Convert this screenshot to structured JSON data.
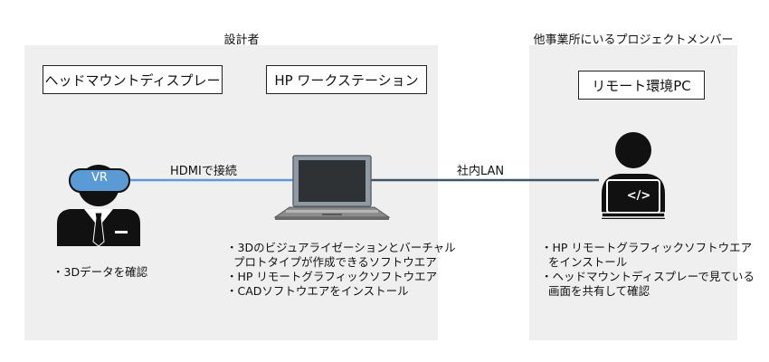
{
  "designer": {
    "title": "設計者",
    "hmd_label": "ヘッドマウントディスプレー",
    "workstation_label": "HP ワークステーション",
    "vr_badge": "VR",
    "user_notes": [
      "・3Dデータを確認"
    ],
    "workstation_notes": [
      "・3Dのビジュアライゼーションとバーチャル",
      "プロトタイプが作成できるソフトウエア",
      "・HP リモートグラフィックソフトウエア",
      "・CADソフトウエアをインストール"
    ]
  },
  "connections": {
    "hdmi_label": "HDMIで接続",
    "lan_label": "社内LAN"
  },
  "remote": {
    "title": "他事業所にいるプロジェクトメンバー",
    "pc_label": "リモート環境PC",
    "screen_glyph": "</>",
    "notes": [
      "・HP リモートグラフィックソフトウエア",
      "をインストール",
      "・ヘッドマウントディスプレーで見ている",
      "画面を共有して確認"
    ]
  },
  "colors": {
    "panel_bg": "#efefef",
    "hdmi_line": "#5b9bd5",
    "lan_line": "#3d5566",
    "vr_headset": "#5b9bd5",
    "figure": "#111111"
  }
}
